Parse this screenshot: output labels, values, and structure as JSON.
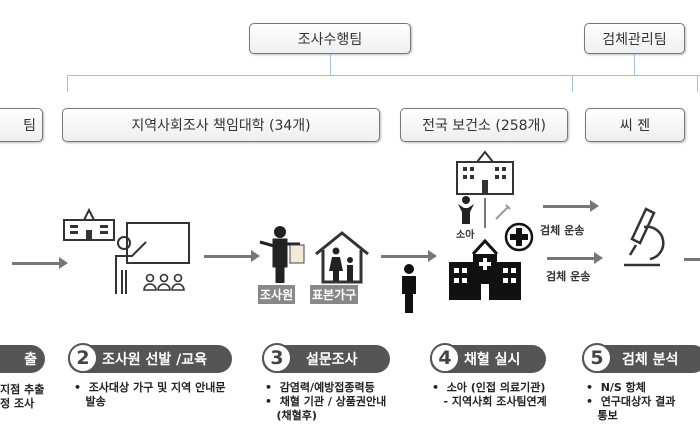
{
  "teams": {
    "survey": "조사수행팀",
    "specimen": "검체관리팀"
  },
  "orgs": [
    "팀",
    "지역사회조사 책임대학 (34개)",
    "전국 보건소 (258개)",
    "씨 젠"
  ],
  "icons": {
    "tag_surveyor": "조사원",
    "tag_household": "표본가구",
    "child": "소아",
    "transport1": "검체 운송",
    "transport2": "검체 운송"
  },
  "steps": [
    {
      "num": "",
      "label": "출",
      "bullets": [
        "지점 추출",
        "정 조사"
      ]
    },
    {
      "num": "2",
      "label": "조사원 선발 /교육",
      "bullets": [
        "•  조사대상 가구 및 지역 안내문",
        "   발송"
      ]
    },
    {
      "num": "3",
      "label": "설문조사",
      "bullets": [
        "•  감염력/예방접종력등",
        "•  채혈 기관 / 상품권안내",
        "   (채혈후)"
      ]
    },
    {
      "num": "4",
      "label": "채혈 실시",
      "bullets": [
        "•  소아 (인접 의료기관)",
        "   - 지역사회 조사팀연계"
      ]
    },
    {
      "num": "5",
      "label": "검체 분석",
      "bullets": [
        "•  N/S 항체",
        "•  연구대상자 결과",
        "   통보"
      ]
    }
  ]
}
